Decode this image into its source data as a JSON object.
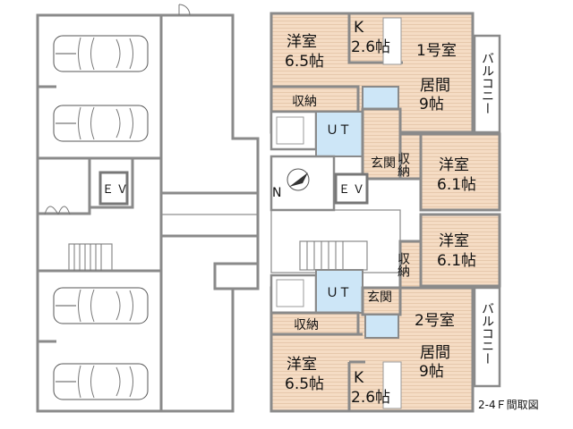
{
  "caption": "2-4Ｆ間取図",
  "compass": {
    "label": "N"
  },
  "ground": {
    "ev_label": "ＥＶ",
    "parking_spaces": 4
  },
  "core": {
    "ev_label": "ＥＶ"
  },
  "unit1": {
    "name": "1号室",
    "western_room": {
      "name": "洋室",
      "size": "6.5帖"
    },
    "kitchen": {
      "name": "K",
      "size": "2.6帖"
    },
    "living": {
      "name": "居間",
      "size": "9帖"
    },
    "storage": "収納",
    "ut": "ＵＴ",
    "entrance": "玄関",
    "balcony": "バルコニー",
    "closet": "収納",
    "western_room2": {
      "name": "洋室",
      "size": "6.1帖"
    }
  },
  "unit2": {
    "name": "2号室",
    "western_room": {
      "name": "洋室",
      "size": "6.5帖"
    },
    "kitchen": {
      "name": "K",
      "size": "2.6帖"
    },
    "living": {
      "name": "居間",
      "size": "9帖"
    },
    "storage": "収納",
    "ut": "ＵＴ",
    "entrance": "玄関",
    "balcony": "バルコニー",
    "closet": "収納",
    "western_room2": {
      "name": "洋室",
      "size": "6.1帖"
    }
  },
  "colors": {
    "wood": "#f5dcc4",
    "wet_area": "#cde6f7",
    "wall": "#8a8a8a"
  }
}
